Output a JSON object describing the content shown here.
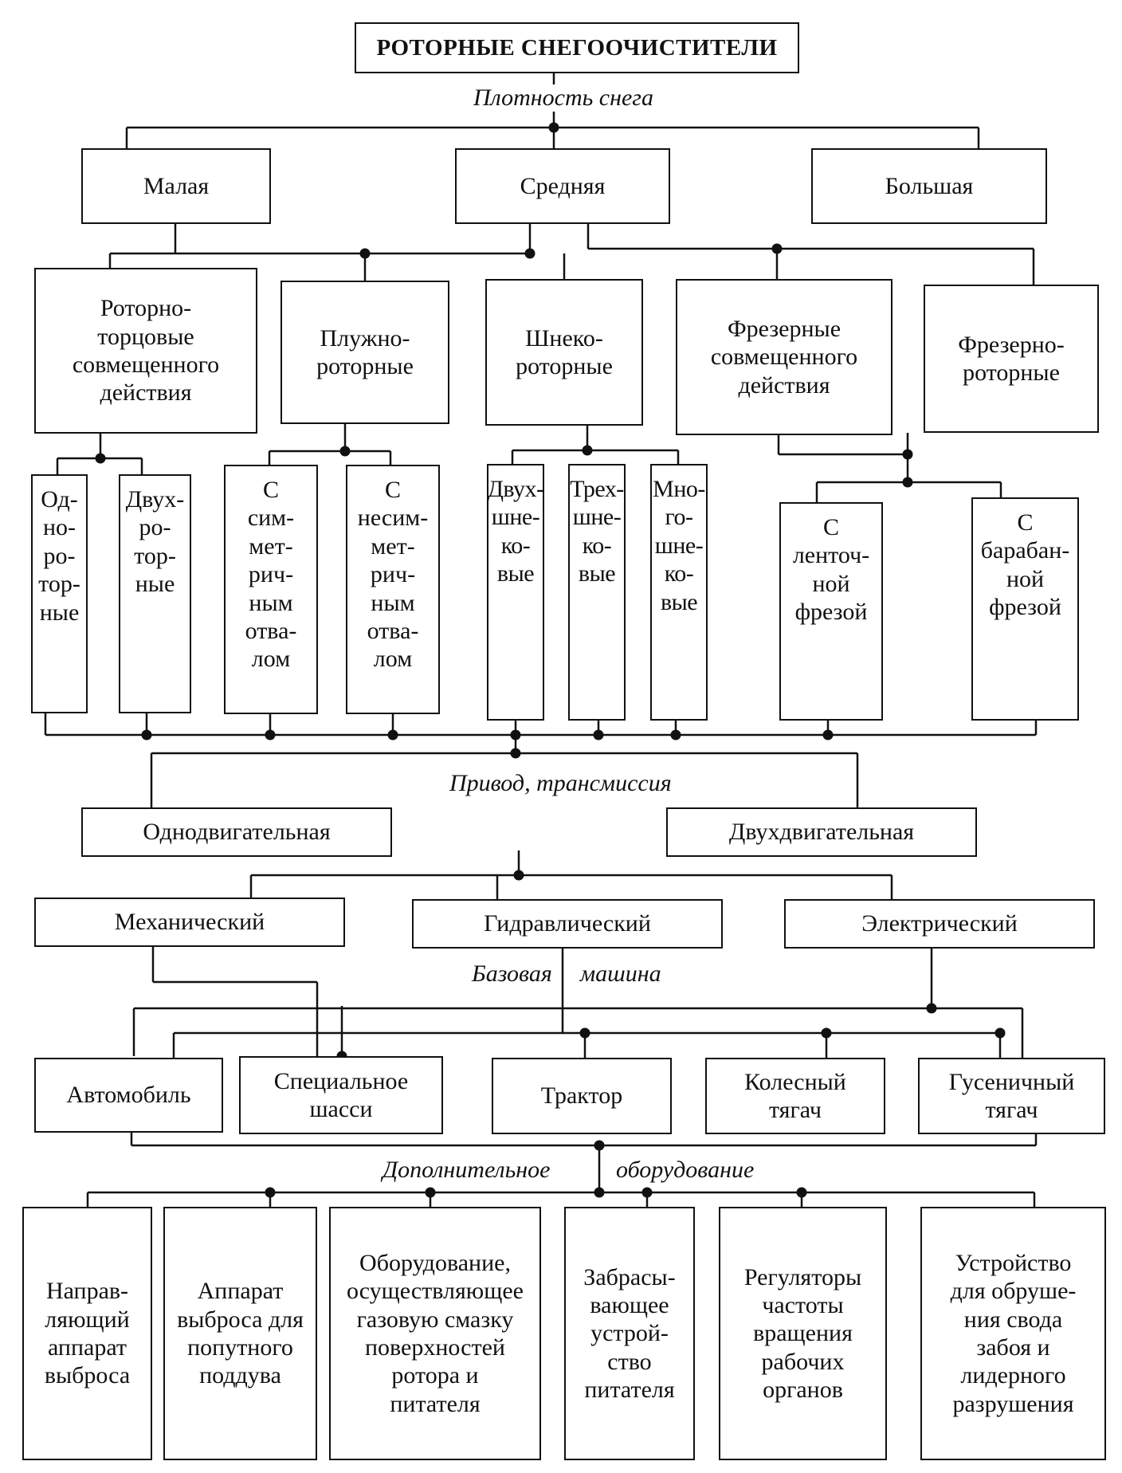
{
  "title": "РОТОРНЫЕ СНЕГООЧИСТИТЕЛИ",
  "section_labels": {
    "snow_density": "Плотность снега",
    "drive": "Привод, трансмиссия",
    "base_machine_a": "Базовая",
    "base_machine_b": "машина",
    "extra_a": "Дополнительное",
    "extra_b": "оборудование"
  },
  "density": {
    "low": "Малая",
    "medium": "Средняя",
    "high": "Большая"
  },
  "types": {
    "rotor_face": "Роторно-\nторцовые\nсовмещенного\nдействия",
    "plow_rotor": "Плужно-\nроторные",
    "auger_rotor": "Шнеко-\nроторные",
    "milling_combined": "Фрезерные\nсовмещенного\nдействия",
    "milling_rotor": "Фрезерно-\nроторные"
  },
  "subtypes": {
    "single_rotor": "Од-\nно-\nро-\nтор-\nные",
    "double_rotor": "Двух-\nро-\nтор-\nные",
    "symmetric": "С\nсим-\nмет-\nрич-\nным\nотва-\nлом",
    "asymmetric": "С\nнесим-\nмет-\nрич-\nным\nотва-\nлом",
    "two_auger": "Двух-\nшне-\nко-\nвые",
    "three_auger": "Трех-\nшне-\nко-\nвые",
    "multi_auger": "Мно-\nго-\nшне-\nко-\nвые",
    "belt_mill": "С\nленточ-\nной\nфрезой",
    "drum_mill": "С\nбарабан-\nной\nфрезой"
  },
  "engines": {
    "single": "Однодвигательная",
    "double": "Двухдвигательная"
  },
  "transmission": {
    "mechanical": "Механический",
    "hydraulic": "Гидравлический",
    "electric": "Электрический"
  },
  "base": {
    "car": "Автомобиль",
    "special_chassis": "Специальное\nшасси",
    "tractor": "Трактор",
    "wheeled_tractor": "Колесный\nтягач",
    "tracked_tractor": "Гусеничный\nтягач"
  },
  "equipment": {
    "guide": "Направ-\nляющий\nаппарат\nвыброса",
    "blowoff": "Аппарат\nвыброса для\nпопутного\nподдува",
    "gas_lube": "Оборудование,\nосуществляющее\nгазовую смазку\nповерхностей\nротора и\nпитателя",
    "thrower": "Забрасы-\nвающее\nустрой-\nство\nпитателя",
    "regulators": "Регуляторы\nчастоты\nвращения\nрабочих\nорганов",
    "collapse": "Устройство\nдля обруше-\nния свода\nзабоя и\nлидерного\nразрушения"
  }
}
